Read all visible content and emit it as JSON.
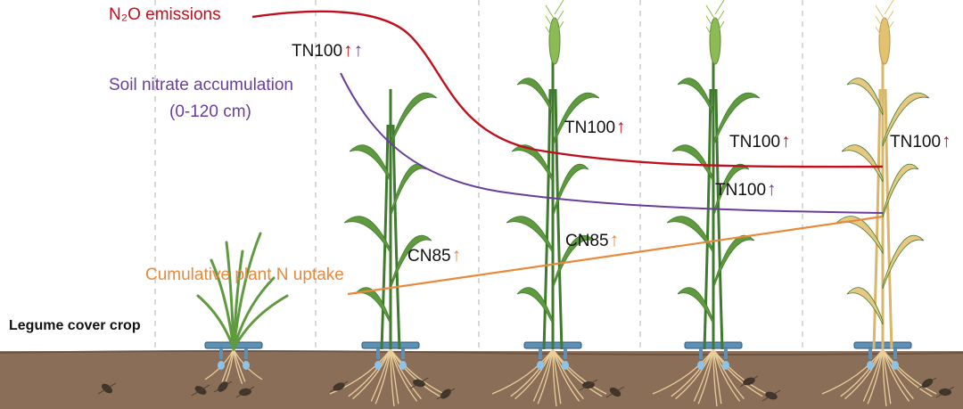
{
  "colors": {
    "n2o": "#c0101f",
    "nitrate": "#6a3d9a",
    "uptake": "#e8893c",
    "soil": "#8a6e58",
    "soil_dark": "#6d5644",
    "leaf_green": "#5f9a3f",
    "leaf_dark": "#3f7a2e",
    "mature": "#e6c883",
    "root": "#e9cf9c",
    "drip": "#5f8fb3",
    "divider": "#bdbdbd"
  },
  "curves": {
    "n2o_label": "N₂O emissions",
    "nitrate_label": "Soil nitrate accumulation",
    "nitrate_depth": "(0-120 cm)",
    "uptake_label": "Cumulative plant N uptake"
  },
  "legume_label": "Legume cover crop",
  "tags": [
    {
      "id": "tag-tn100-top",
      "text": "TN100",
      "arrows": [
        {
          "symbol": "↑",
          "color": "#c0101f"
        },
        {
          "symbol": "↑",
          "color": "#6a3d9a"
        }
      ]
    },
    {
      "id": "tag-cn85-1",
      "text": "CN85",
      "arrows": [
        {
          "symbol": "↑",
          "color": "#e8893c"
        }
      ]
    },
    {
      "id": "tag-tn100-3",
      "text": "TN100",
      "arrows": [
        {
          "symbol": "↑",
          "color": "#c0101f"
        }
      ]
    },
    {
      "id": "tag-cn85-2",
      "text": "CN85",
      "arrows": [
        {
          "symbol": "↑",
          "color": "#e8893c"
        }
      ]
    },
    {
      "id": "tag-tn100-4a",
      "text": "TN100",
      "arrows": [
        {
          "symbol": "↑",
          "color": "#c0101f"
        }
      ]
    },
    {
      "id": "tag-tn100-4b",
      "text": "TN100",
      "arrows": [
        {
          "symbol": "↑",
          "color": "#6a3d9a"
        }
      ]
    },
    {
      "id": "tag-tn100-5",
      "text": "TN100",
      "arrows": [
        {
          "symbol": "↑",
          "color": "#c0101f"
        }
      ]
    }
  ],
  "stages": [
    {
      "name": "legume-cover-crop",
      "plant": "seedling",
      "heads": false,
      "mature": false
    },
    {
      "name": "stage-2",
      "plant": "wheat",
      "heads": false,
      "mature": false
    },
    {
      "name": "stage-3",
      "plant": "wheat",
      "heads": "green",
      "mature": false
    },
    {
      "name": "stage-4",
      "plant": "wheat",
      "heads": "green",
      "mature": false
    },
    {
      "name": "stage-5",
      "plant": "wheat",
      "heads": "ripe",
      "mature": true
    }
  ]
}
